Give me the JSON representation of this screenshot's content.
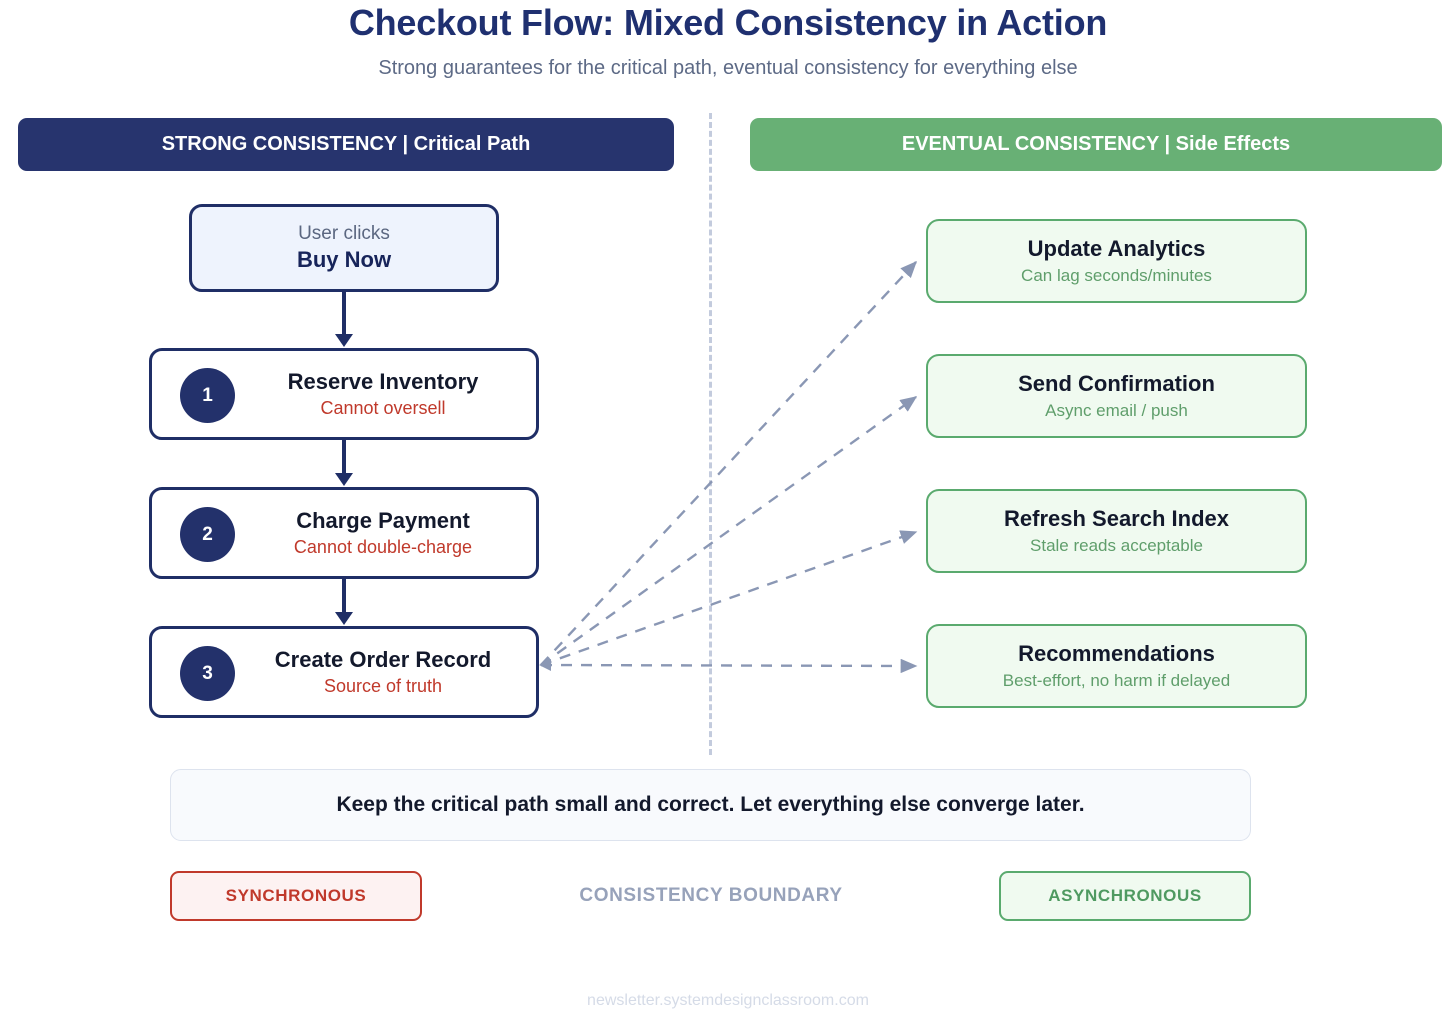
{
  "header": {
    "title": "Checkout Flow: Mixed Consistency in Action",
    "subtitle": "Strong guarantees for the critical path, eventual consistency for everything else"
  },
  "columns": {
    "left_banner": "STRONG CONSISTENCY | Critical Path",
    "right_banner": "EVENTUAL CONSISTENCY | Side Effects"
  },
  "start_node": {
    "line1": "User clicks",
    "line2": "Buy Now"
  },
  "steps": [
    {
      "number": "1",
      "title": "Reserve Inventory",
      "note": "Cannot oversell"
    },
    {
      "number": "2",
      "title": "Charge Payment",
      "note": "Cannot double-charge"
    },
    {
      "number": "3",
      "title": "Create Order Record",
      "note": "Source of truth"
    }
  ],
  "async_items": [
    {
      "title": "Update Analytics",
      "note": "Can lag seconds/minutes"
    },
    {
      "title": "Send Confirmation",
      "note": "Async email / push"
    },
    {
      "title": "Refresh Search Index",
      "note": "Stale reads acceptable"
    },
    {
      "title": "Recommendations",
      "note": "Best-effort, no harm if delayed"
    }
  ],
  "callout": "Keep the critical path small and correct. Let everything else converge later.",
  "legend": {
    "sync": "SYNCHRONOUS",
    "boundary": "CONSISTENCY BOUNDARY",
    "async": "ASYNCHRONOUS"
  },
  "footer": "newsletter.systemdesignclassroom.com",
  "colors": {
    "navy": "#27346e",
    "green": "#68b075",
    "green_card_border": "#5aaa6e",
    "green_card_fill": "#f0faf0",
    "red": "#c0392b",
    "boundary_gray": "#c3cbdd",
    "arrow_gray": "#8a97b4",
    "title_navy": "#1f3070"
  }
}
